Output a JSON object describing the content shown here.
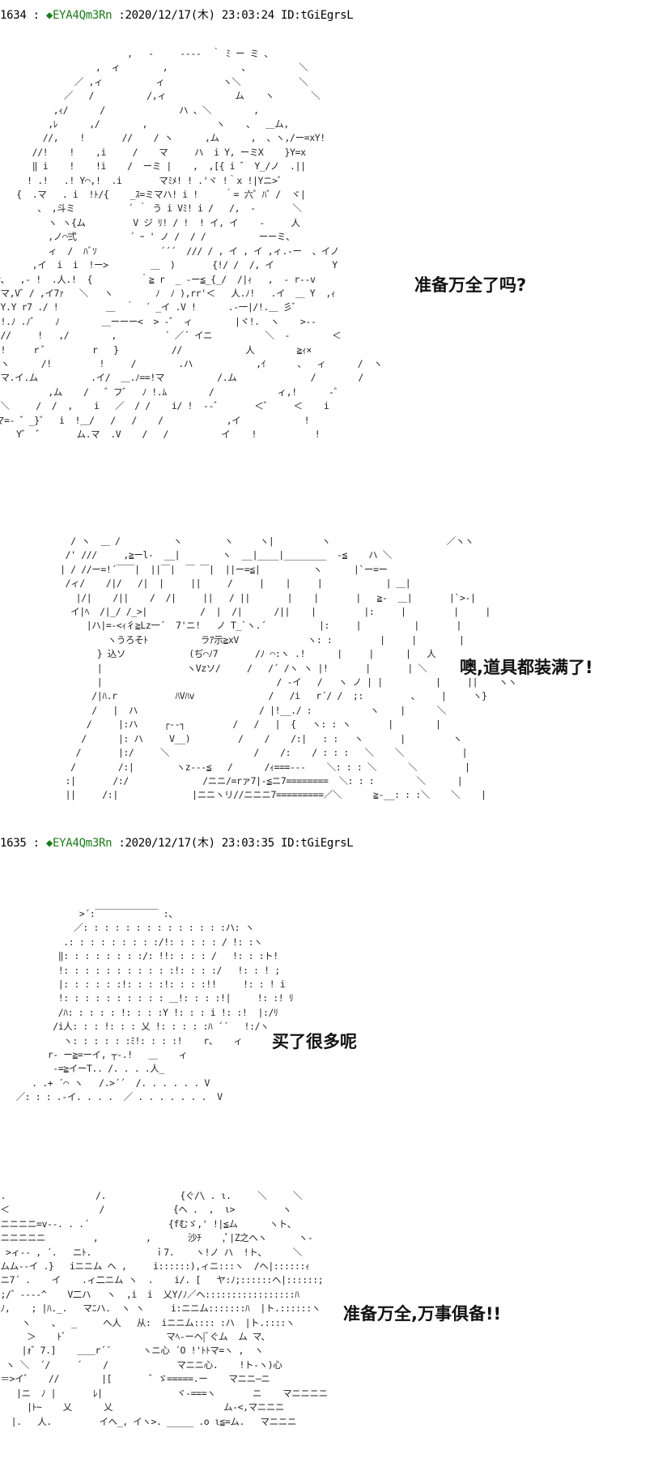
{
  "posts": [
    {
      "number": "1634 :",
      "name": "◆EYA4Qm3Rn",
      "date": ":2020/12/17(木) 23:03:24 ID:tGiEgrsL"
    },
    {
      "number": "1635 :",
      "name": "◆EYA4Qm3Rn",
      "date": ":2020/12/17(木) 23:03:35 ID:tGiEgrsL"
    }
  ],
  "panels": [
    {
      "art": "                         ,   -     ‐‐‐‐  ｀ ﾐ ー ミ 、\n                   ,  ィ        ,              ､          ＼\n               ／ ,ィ          ィ           ヽ＼           ＼\n             ／   /          /,ィ             ム    ヽ       ＼\n           ,ｨ/      /              ハ 、＼        ,\n          ,ﾚ      ,/        ,             ヽ    、  ＿ム,\n         //,    !       //    / ヽ      ,ム      ,  、ヽ,/ー=xY!\n       //!    !    ,i     /    マ     ハ  i Y, ーミX    }Y=x\n       ‖ i    !    !i    /  ーミ |    ,  ,[{ i ゛ Y_/ノ  .||\n      ! .!   .! Y⌒,!  .i       マﾐﾒ! ! .'ヾ !｀x !|Yニ>゛\n    {  .マ   . i  !ﾄ/{    _ｽ=ミマハ! i !     ｀= 六゛ﾊ゛/  ヾ|\n        、 ,斗ミ          ´ ｀ う i Vﾐ! i /   /,  ‐       ＼\n          ヽ ヽ{ム         V ジ ﾘ! / !  ! イ, イ    -     人\n          ,ノ⌒弍          ´ ｰ ' ノ /  / /          ーーミ、\n          ィ  /  ﾊﾞｿ            ´´´  /// / , イ , イ ,ィ.-ー  、イノ\n       ,イ  i  i  !ー>        ＿  )       {!/ /  /, イ           Y\nr、  ,- !  .人.!  {         ｀≧ r  _ -ー≦_{_/  /|ｨ   ,  - r‐‐v\n マ,V゛/ ,イ7ｧ   ＼   ヽ        ﾉ  ﾉ ),rr'＜   人.ﾉ!   .イ  ＿ Y  ,ｨ\n Y.Y r7 ./ !         ＿  ｀  ´ _イ .V !      .-一|/!.＿ 彡゛\n !.ﾉ .ﾉ゛   ﾉ        ＿ーーー<  > ‐゛ ィ        |ヾ!.  ヽ    >‐‐\n //     !   ,/        ,         ´ ／´ イニ          ＼  ‐        ＜\n !     ｒ゛        r   }          //            人        ≧ｨ×\n ヽ      /!         !     /        .ハ            ,ｲ      、  ィ      /  ヽ\n.マ.イ.ム          .イ/  ＿.ﾉ==!マ          /.ム              /        /\n          ,ム    /   ゛フ゛  ﾉ !.ﾑ        /            ィ,!      -゛\n ＼     /  /  ,    i   ／  / /    i/ !  ‐‐゛      ＜゛    ＜    i\nマ=- ゛_}゛  i  !＿/   /   /    /            ,イ            !\n!   Y゛ ゛      ム.マ  .V    /   /          イ    !           !",
      "speech": "准备万全了吗?"
    },
    {
      "art": "      / ヽ  ＿ /          ヽ        ヽ     ヽ|         ヽ                      ／ヽヽ\n     /' ///     ,≧ーl-  __|        ヽ  __|____|________  -≦    ハ ＼\n    | / //ー=!´￣￣|  ||￣|  ￣ ￣|  ||ー=≦|          ヽ      |`ー=ー\n     /ィ/    /|/   /|  |     ||     /     |    |     |            | ＿|\n       |/|    /||    /  /|     ||   / ||       |    |       |   ≧-  ＿|       |`>-|\n      イ|ﾍ  /|_/ /_>|          /  |  /|      /||    |         |:     |         |     |\n         |ハ|=-<ｨ彳≧Lz一´  7'ニ!   ノ T_`ヽ.´          |:     |          |       |\n             ヽうろそﾄ          ラｱ示≧xV             ヽ: :         |     |        |\n           } 込ソ            (ぢ⌒ﾉ7       /ﾉ ⌒:ヽ .!      |     |      |   人\n           |                ヽVzソ/     /   /´ /ヽ ヽ |!       |       | ＼\n           |                                 / ‐イ   /   ヽ ノ | |          |     ||    ヽヽ\n          /|ﾊ.r           ﾊVﾊv              /   /i   r´/ /  ;:         、    |     ヽ}\n          /   |  ハ                       / |!__./ :           ヽ    |      ＼\n         /     |:ハ     ┌‐‐┐         /   /   |  {   ヽ: : ヽ       |        |\n        /      |: ハ     V__)         /    /    /:|   : :   ヽ       |         ヽ\n       /       |:/     ＼                /    /:    / : : :   ＼    ＼           |\n      /        /:|        ヽz‐‐‐≦   /      /ｨ===---    ＼: : : ＼      ＼         |\n     :|       /:/              /ニニ/=rァ7|‐≦ニ7========  ＼: : :        ＼      |\n     ||     /:|              |ニニヽリ//ニニニ7=========／＼      ≧-__: : :＼    ＼    |",
      "speech": "噢,道具都装满了!"
    },
    {
      "art": "               >´:￣￣￣￣￣￣￣ :、\n              ／: : : : : : : : : : : : : :ハ: ヽ\n            .: : : : : : : : :/!: : : : : / !: :ヽ\n           ‖: : : : : : : :/: !!: : : : /   !: : :ト!\n           !: : : : : : : : : : :!: : : :/   !: : ! ;\n           |: : : : : :!: : : :!: : : :!!     !: : ! i\n           !: : : : : : : : : : ＿!: : : :!|     !: :! ﾘ\n           /ﾊ: : : : : !: : : :Y !: : : i !: :!  |:/ﾘ\n          /i人: : : !: : : 乂 !: : : : :ﾊ ´´   !:/ヽ\n            ヽ: : : : : :ﾐ!: : : :!    r、   ィ\n         r‐ ー≧=ーイ, ┬‐.!   ＿    ィ\n          -=≧イーT.. /. . . .人_\n      . .+ ´⌒ ヽ   /.>´´  /. . . . . . V\n   ／: : : .-イ. . . .  ／ . . . . . . .  V",
      "speech": "买了很多呢"
    },
    {
      "art": " .                 /.              {ぐ/\\ . ι.     ＼     ＼\n ＜                 /             {ヘ .  ,  ι>         ヽ\n ニニニニ=v‐-. . .´               {fむゞ,' !|≦ム      ヽト、\n ニニニニニ         ,         ,       沙ﾁ    ,ﾟ|Z之ヘヽ      ヽ-\n  >ィ‐‐ , ´.   ニﾄ.            ｉ7.    ヽ!ノ ハ  !ト、     ＼\n ムム‐‐イ .}   iニニム ヘ ,     i::::::),ィニ:::ヽ  /ヘ|::::::ｨ\n ニ7´ .    イ    .ィ二ニム ヽ  .    i/. [   ヤ:ﾉ;::::::ヘ|::::::;\n ;/゛‐‐‐‐^    V二ハ   ヽ  ,i  i  乂Y/ﾉ／ヘ:::::::::::::::::ﾊ\n ﾉ,    ; |ﾊ._.   マﾆハ.  ヽ ヽ     i:ニニム:::::::ﾊ  |ト.::::::ヽ\n     ヽ    、  _     ヘ人   从:  iニニム:::: :ハ  |ト.::::ヽ\n      ＞    ﾄﾞ                   マﾍ‐ーヘ|ﾞぐム  ム マ、\n     |ｫ゛7.]    ＿＿r´´      ヽニ心 ´O !'ﾄﾄマ=ヽ ,  ヽ\n  ヽ ＼  ´/     ´    /             マニニ心.    !ト‐ヽ)心\n ＝>イ゛   //        |[       ゛ゞ=====.ー    マニニ―ニ\n    |ニ  ﾉ |       ﾚ|              ヾ‐===ヽ       ニ    マニニニニ\n      |ﾄ~    乂      乂                     ム‐<,マニニニ\n   |.   人.         イヘ_, イヽ>. _____ .o ι≦=ム.   マニニニ",
      "speech": "准备万全,万事俱备!!"
    }
  ]
}
